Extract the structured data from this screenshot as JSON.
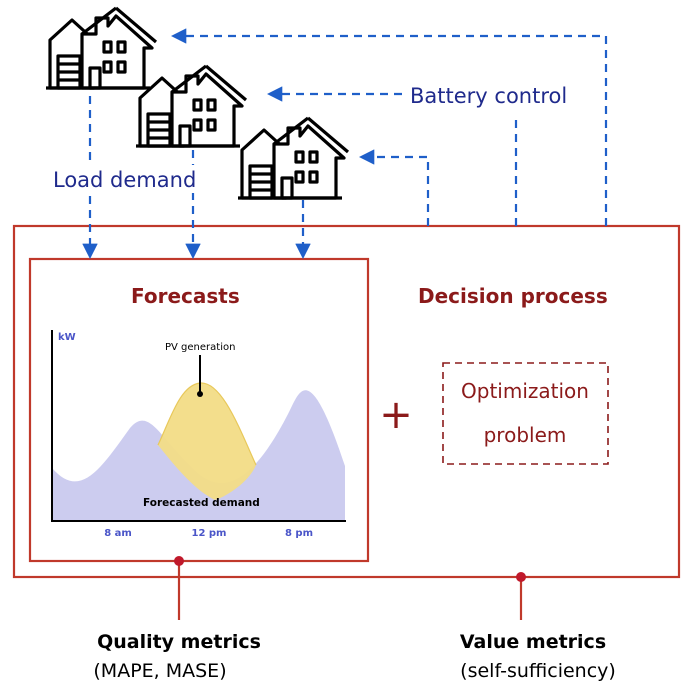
{
  "labels": {
    "battery_control": "Battery control",
    "load_demand": "Load demand",
    "forecasts": "Forecasts",
    "decision_process": "Decision process",
    "optimization_line1": "Optimization",
    "optimization_line2": "problem",
    "plus": "+",
    "quality_metrics": "Quality metrics",
    "quality_metrics_sub": "(MAPE, MASE)",
    "value_metrics": "Value metrics",
    "value_metrics_sub": "(self-sufficiency)"
  },
  "chart_data": {
    "type": "area",
    "ylabel": "kW",
    "x_ticks": [
      "8 am",
      "12 pm",
      "8 pm"
    ],
    "annotations": [
      "PV generation",
      "Forecasted demand"
    ],
    "series": [
      {
        "name": "PV generation",
        "color": "#f2dc86"
      },
      {
        "name": "Forecasted demand",
        "color": "#c3c3ec"
      }
    ]
  },
  "colors": {
    "frame_red": "#c0392b",
    "arrow_blue": "#1f5fc9",
    "text_blue": "#1f2a8c",
    "text_dark_red": "#8b1a1a",
    "demand_fill": "#c3c3ec",
    "pv_fill": "#f2dc86"
  },
  "icons": [
    "house-icon",
    "house-icon",
    "house-icon"
  ]
}
